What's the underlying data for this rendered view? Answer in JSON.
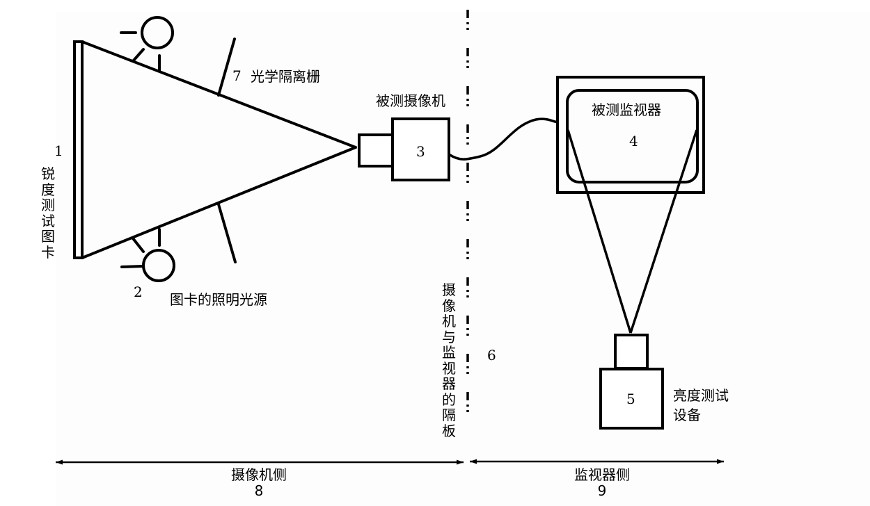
{
  "components": {
    "test_chart": {
      "number": "1",
      "label": "锐度测试图卡"
    },
    "light_source": {
      "number": "2",
      "label": "图卡的照明光源"
    },
    "camera": {
      "number": "3",
      "label": "被测摄像机"
    },
    "monitor": {
      "number": "4",
      "label": "被测监视器"
    },
    "luminance_meter": {
      "number": "5",
      "label_line1": "亮度测试",
      "label_line2": "设备"
    },
    "partition": {
      "number": "6",
      "label": "摄像机与监视器的隔板"
    },
    "optical_baffle": {
      "number": "7",
      "label": "光学隔离栅"
    }
  },
  "sides": {
    "camera_side": {
      "label": "摄像机侧",
      "number": "8"
    },
    "monitor_side": {
      "label": "监视器侧",
      "number": "9"
    }
  }
}
